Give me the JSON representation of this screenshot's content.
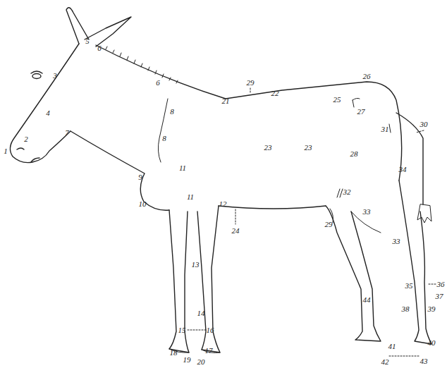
{
  "diagram": {
    "labels": [
      "1",
      "2",
      "3",
      "4",
      "5",
      "6",
      "6",
      "7",
      "8",
      "8",
      "9",
      "10",
      "11",
      "11",
      "12",
      "13",
      "14",
      "15",
      "16",
      "17",
      "18",
      "19",
      "20",
      "21",
      "22",
      "23",
      "23",
      "24",
      "25",
      "26",
      "27",
      "28",
      "29",
      "29",
      "30",
      "31",
      "32",
      "33",
      "33",
      "34",
      "35",
      "36",
      "37",
      "38",
      "39",
      "40",
      "41",
      "42",
      "43",
      "44"
    ]
  }
}
